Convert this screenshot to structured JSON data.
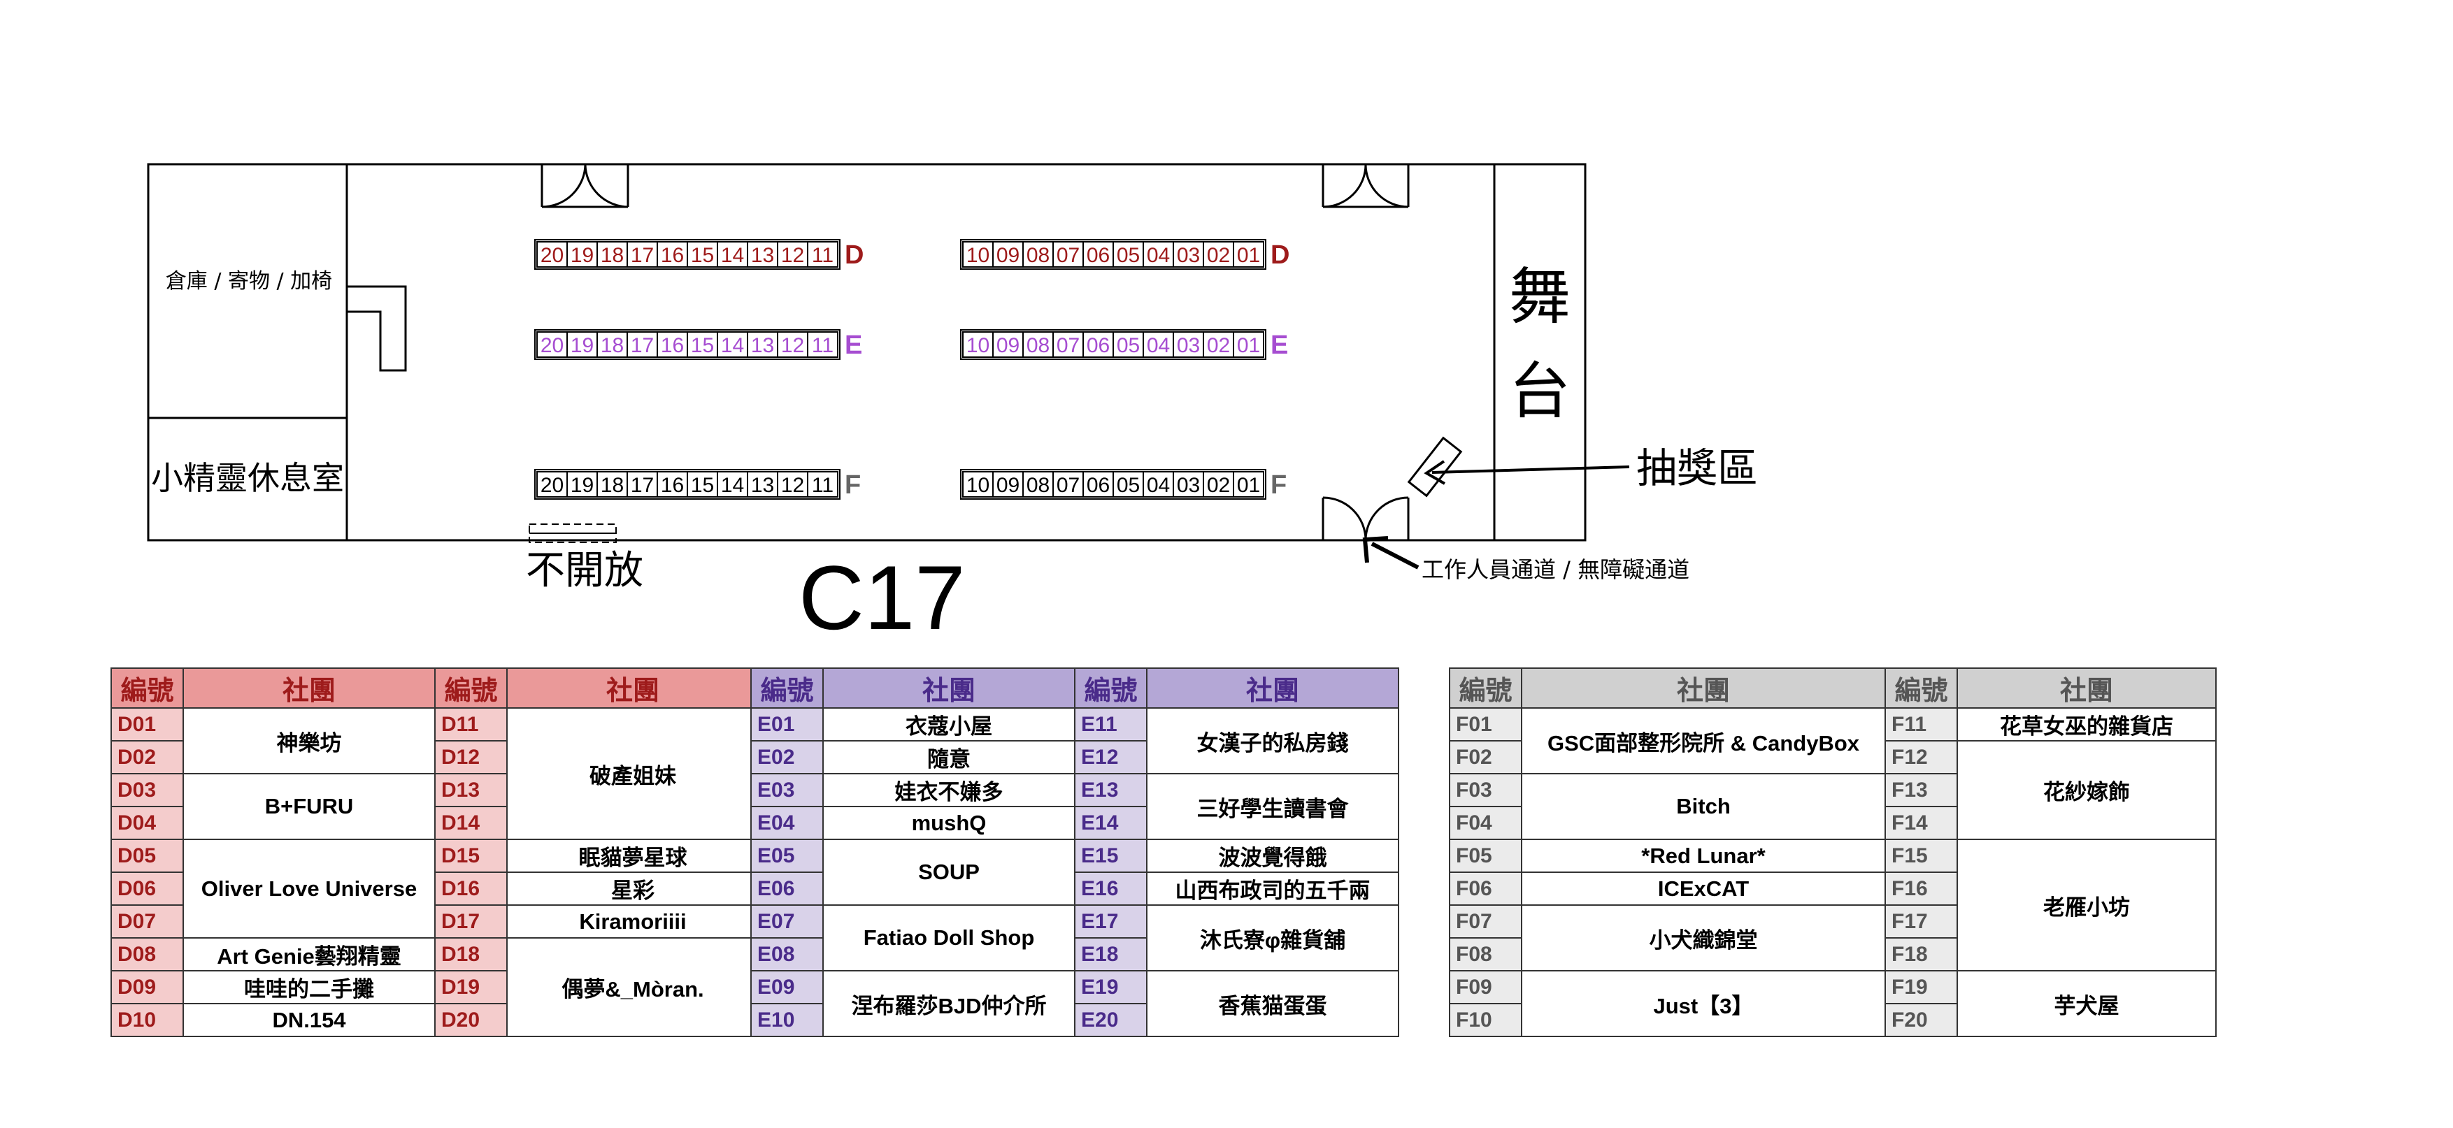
{
  "floorplan": {
    "hall_name": "C17",
    "storage_label": "倉庫 / 寄物 / 加椅",
    "rest_room_label": "小精靈休息室",
    "stage_label": [
      "舞",
      "台"
    ],
    "closed_label": "不開放",
    "lottery_label": "抽獎區",
    "staff_passage_label": "工作人員通道 / 無障礙通道",
    "booth_rows": [
      {
        "letter": "D",
        "left_numbers": [
          "20",
          "19",
          "18",
          "17",
          "16",
          "15",
          "14",
          "13",
          "12",
          "11"
        ],
        "right_numbers": [
          "10",
          "09",
          "08",
          "07",
          "06",
          "05",
          "04",
          "03",
          "02",
          "01"
        ]
      },
      {
        "letter": "E",
        "left_numbers": [
          "20",
          "19",
          "18",
          "17",
          "16",
          "15",
          "14",
          "13",
          "12",
          "11"
        ],
        "right_numbers": [
          "10",
          "09",
          "08",
          "07",
          "06",
          "05",
          "04",
          "03",
          "02",
          "01"
        ]
      },
      {
        "letter": "F",
        "left_numbers": [
          "20",
          "19",
          "18",
          "17",
          "16",
          "15",
          "14",
          "13",
          "12",
          "11"
        ],
        "right_numbers": [
          "10",
          "09",
          "08",
          "07",
          "06",
          "05",
          "04",
          "03",
          "02",
          "01"
        ]
      }
    ]
  },
  "colors": {
    "D": {
      "dark": "#9e1b1b",
      "header": "#ea9999",
      "code": "#f4cccc"
    },
    "E": {
      "dark": "#4a2b8a",
      "text": "#a64dd1",
      "header": "#b4a7d6",
      "code": "#d9d2e9"
    },
    "F": {
      "dark": "#555555",
      "header": "#d0d0d0",
      "code": "#ebebeb"
    }
  },
  "tables": {
    "headers": {
      "code": "編號",
      "group": "社團"
    },
    "D": {
      "left_codes": [
        "D01",
        "D02",
        "D03",
        "D04",
        "D05",
        "D06",
        "D07",
        "D08",
        "D09",
        "D10"
      ],
      "left_groups": [
        {
          "name": "神樂坊",
          "span": 2
        },
        {
          "name": "B+FURU",
          "span": 2
        },
        {
          "name": "Oliver Love Universe",
          "span": 3
        },
        {
          "name": "Art Genie藝翔精靈",
          "span": 1
        },
        {
          "name": "哇哇的二手攤",
          "span": 1
        },
        {
          "name": "DN.154",
          "span": 1
        }
      ],
      "right_codes": [
        "D11",
        "D12",
        "D13",
        "D14",
        "D15",
        "D16",
        "D17",
        "D18",
        "D19",
        "D20"
      ],
      "right_groups": [
        {
          "name": "破產姐妹",
          "span": 4
        },
        {
          "name": "眠貓夢星球",
          "span": 1
        },
        {
          "name": "星彩",
          "span": 1
        },
        {
          "name": "Kiramoriiii",
          "span": 1
        },
        {
          "name": "偶夢&_Mòran.",
          "span": 3
        }
      ]
    },
    "E": {
      "left_codes": [
        "E01",
        "E02",
        "E03",
        "E04",
        "E05",
        "E06",
        "E07",
        "E08",
        "E09",
        "E10"
      ],
      "left_groups": [
        {
          "name": "衣蔻小屋",
          "span": 1
        },
        {
          "name": "隨意",
          "span": 1
        },
        {
          "name": "娃衣不嫌多",
          "span": 1
        },
        {
          "name": "mushQ",
          "span": 1
        },
        {
          "name": "SOUP",
          "span": 2
        },
        {
          "name": "Fatiao Doll Shop",
          "span": 2
        },
        {
          "name": "涅布羅莎BJD仲介所",
          "span": 2
        }
      ],
      "right_codes": [
        "E11",
        "E12",
        "E13",
        "E14",
        "E15",
        "E16",
        "E17",
        "E18",
        "E19",
        "E20"
      ],
      "right_groups": [
        {
          "name": "女漢子的私房錢",
          "span": 2
        },
        {
          "name": "三好學生讀書會",
          "span": 2
        },
        {
          "name": "波波覺得餓",
          "span": 1
        },
        {
          "name": "山西布政司的五千兩",
          "span": 1
        },
        {
          "name": "沐氏寮φ雜貨舖",
          "span": 2
        },
        {
          "name": "香蕉猫蛋蛋",
          "span": 2
        }
      ]
    },
    "F": {
      "left_codes": [
        "F01",
        "F02",
        "F03",
        "F04",
        "F05",
        "F06",
        "F07",
        "F08",
        "F09",
        "F10"
      ],
      "left_groups": [
        {
          "name": "GSC面部整形院所 & CandyBox",
          "span": 2
        },
        {
          "name": "Bitch",
          "span": 2
        },
        {
          "name": "*Red Lunar*",
          "span": 1
        },
        {
          "name": "ICExCAT",
          "span": 1
        },
        {
          "name": "小犬織錦堂",
          "span": 2
        },
        {
          "name": "Just【3】",
          "span": 2
        }
      ],
      "right_codes": [
        "F11",
        "F12",
        "F13",
        "F14",
        "F15",
        "F16",
        "F17",
        "F18",
        "F19",
        "F20"
      ],
      "right_groups": [
        {
          "name": "花草女巫的雜貨店",
          "span": 1
        },
        {
          "name": "花紗嫁飾",
          "span": 3
        },
        {
          "name": "老雁小坊",
          "span": 4
        },
        {
          "name": "芋犬屋",
          "span": 2
        }
      ]
    }
  }
}
